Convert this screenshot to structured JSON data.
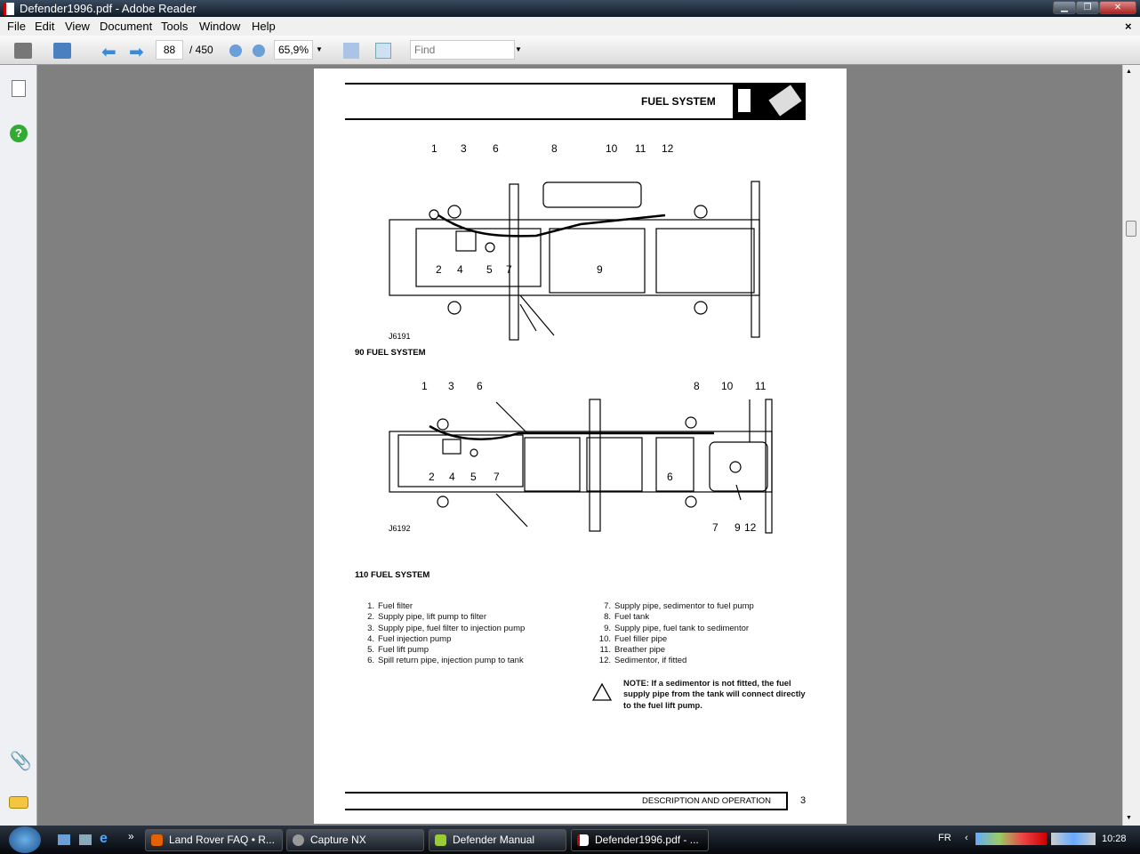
{
  "window": {
    "title": "Defender1996.pdf - Adobe Reader",
    "min": "▁",
    "max": "❐",
    "close": "✕"
  },
  "menu": [
    "File",
    "Edit",
    "View",
    "Document",
    "Tools",
    "Window",
    "Help"
  ],
  "menu_close": "×",
  "toolbar": {
    "page_current": "88",
    "page_total": "/ 450",
    "zoom": "65,9%",
    "find_placeholder": "Find"
  },
  "document": {
    "header": "FUEL SYSTEM",
    "diagram1": {
      "code": "J6191",
      "caption": "90 FUEL SYSTEM",
      "top": [
        "1",
        "3",
        "6",
        "8",
        "10",
        "11",
        "12"
      ],
      "bottom": [
        "2",
        "4",
        "5",
        "7",
        "9"
      ]
    },
    "diagram2": {
      "code": "J6192",
      "caption": "110 FUEL SYSTEM",
      "top": [
        "1",
        "3",
        "6",
        "8",
        "10",
        "11"
      ],
      "mid": [
        "2",
        "4",
        "5",
        "7",
        "6"
      ],
      "bottom": [
        "7",
        "9",
        "12"
      ]
    },
    "legend_left": [
      {
        "n": "1.",
        "t": "Fuel filter"
      },
      {
        "n": "2.",
        "t": "Supply pipe, lift pump to filter"
      },
      {
        "n": "3.",
        "t": "Supply pipe, fuel filter to injection pump"
      },
      {
        "n": "4.",
        "t": "Fuel injection pump"
      },
      {
        "n": "5.",
        "t": "Fuel lift pump"
      },
      {
        "n": "6.",
        "t": "Spill return pipe, injection pump to tank"
      }
    ],
    "legend_right": [
      {
        "n": "7.",
        "t": "Supply pipe, sedimentor to fuel pump"
      },
      {
        "n": "8.",
        "t": "Fuel tank"
      },
      {
        "n": "9.",
        "t": "Supply pipe, fuel tank to sedimentor"
      },
      {
        "n": "10.",
        "t": "Fuel filler pipe"
      },
      {
        "n": "11.",
        "t": "Breather pipe"
      },
      {
        "n": "12.",
        "t": "Sedimentor, if fitted"
      }
    ],
    "note": "NOTE: If a sedimentor is not fitted, the fuel supply pipe from the tank will connect directly to the fuel lift pump.",
    "footer": "DESCRIPTION AND OPERATION",
    "page_number": "3"
  },
  "taskbar": {
    "tasks": [
      "Land Rover FAQ • R...",
      "Capture NX",
      "Defender Manual",
      "Defender1996.pdf - ..."
    ],
    "lang": "FR",
    "clock": "10:28",
    "quicklaunch_more": "»"
  }
}
